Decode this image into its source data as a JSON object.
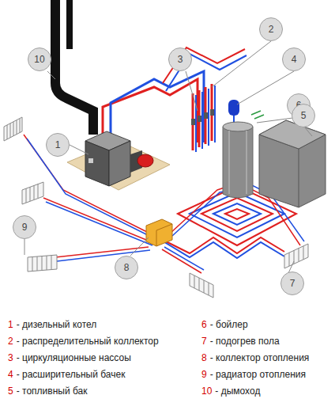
{
  "diagram": {
    "nodes": [
      {
        "text": [
          "2"
        ]
      },
      {
        "text": [
          "10"
        ]
      },
      {
        "text": [
          "3"
        ]
      },
      {
        "text": [
          "4"
        ]
      },
      {
        "text": [
          "6"
        ]
      },
      {
        "text": [
          "5"
        ]
      },
      {
        "text": [
          "1"
        ]
      },
      {
        "text": [
          "9"
        ]
      },
      {
        "text": [
          "8"
        ]
      },
      {
        "text": [
          "7"
        ]
      }
    ],
    "labels": [
      "1",
      "- дизельный  котел",
      "2",
      "- распределительный коллектор",
      "3",
      "- циркуляционные нассоы",
      "4",
      "- расширительный бачек",
      "5",
      "- топливный бак",
      "6",
      "- бойлер",
      "7",
      "- подогрев пола",
      "8",
      "- коллектор отопления",
      "9",
      "- радиатор отопления",
      "10",
      "- дымоход"
    ]
  }
}
